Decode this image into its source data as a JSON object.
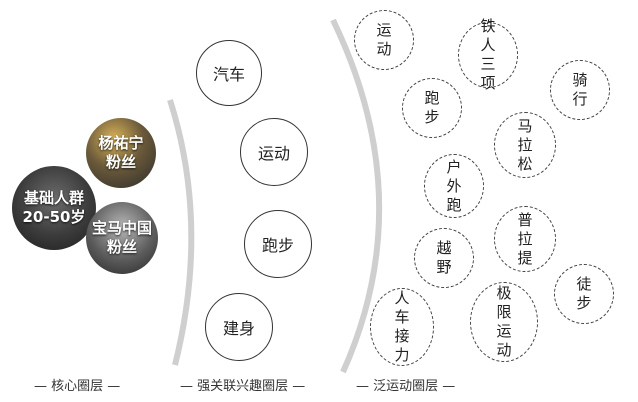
{
  "layers": {
    "core": {
      "label": "— 核心圈层 —",
      "nodes": [
        "杨祐宁\n粉丝",
        "基础人群\n20-50岁",
        "宝马中国\n粉丝"
      ]
    },
    "strong": {
      "label": "— 强关联兴趣圈层 —",
      "nodes": [
        "汽车",
        "运动",
        "跑步",
        "建身"
      ]
    },
    "broad": {
      "label": "— 泛运动圈层 —",
      "nodes": [
        "运\n动",
        "铁\n人\n三\n项",
        "骑\n行",
        "跑\n步",
        "马\n拉\n松",
        "户\n外\n跑",
        "越\n野",
        "普\n拉\n提",
        "徒\n步",
        "人\n车\n接\n力",
        "极\n限\n运\n动"
      ]
    }
  }
}
